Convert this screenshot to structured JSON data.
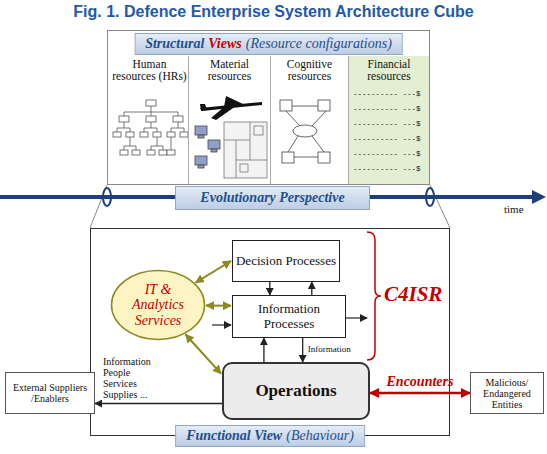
{
  "diagram": {
    "title": "Fig. 1. Defence Enterprise System Architecture Cube",
    "nodes": [
      {
        "text": [
          "Structural",
          "Views",
          "(Resource configurations)"
        ]
      },
      {
        "text": [
          "Human resources (HRs)"
        ],
        "in": 0
      },
      {
        "text": [
          "Material resources"
        ],
        "in": 0
      },
      {
        "text": [
          "Cognitive resources"
        ],
        "in": 0
      },
      {
        "text": [
          "Financial resources"
        ],
        "in": 0
      },
      {
        "text": [
          "Evolutionary Perspective"
        ]
      },
      {
        "text": [
          "Functional View",
          "(Behaviour)"
        ]
      },
      {
        "text": [
          "Decision Processes"
        ],
        "in": 6
      },
      {
        "text": [
          "Information Processes"
        ],
        "in": 6
      },
      {
        "text": [
          "Operations"
        ],
        "in": 6
      },
      {
        "text": [
          "IT & Analytics Services"
        ],
        "in": 6
      },
      {
        "text": [
          "External Suppliers /Enablers"
        ]
      },
      {
        "text": [
          "Malicious/ Endangered Entities"
        ]
      }
    ],
    "edges": [
      {
        "from": 7,
        "to": 8,
        "arrow": "to"
      },
      {
        "from": 8,
        "to": 7,
        "arrow": "to"
      },
      {
        "from": 8,
        "to": 9,
        "label": "Information",
        "arrow": "to"
      },
      {
        "from": 9,
        "to": 8,
        "arrow": "to"
      },
      {
        "from": 10,
        "to": 7,
        "arrow": "both"
      },
      {
        "from": 10,
        "to": 8,
        "arrow": "both"
      },
      {
        "from": 10,
        "to": 9,
        "arrow": "both"
      },
      {
        "from": 9,
        "to": 12,
        "label": "Encounters",
        "arrow": "both"
      },
      {
        "from": 9,
        "to": 11,
        "label": "Information People Services Supplies ...",
        "arrow": "to"
      }
    ],
    "labels": [
      "C4ISR",
      "time",
      "---------- ---$",
      "---------- ---$",
      "---------- ---$",
      "---------- ---$",
      "---------- ---$",
      "---------- ---$"
    ]
  }
}
